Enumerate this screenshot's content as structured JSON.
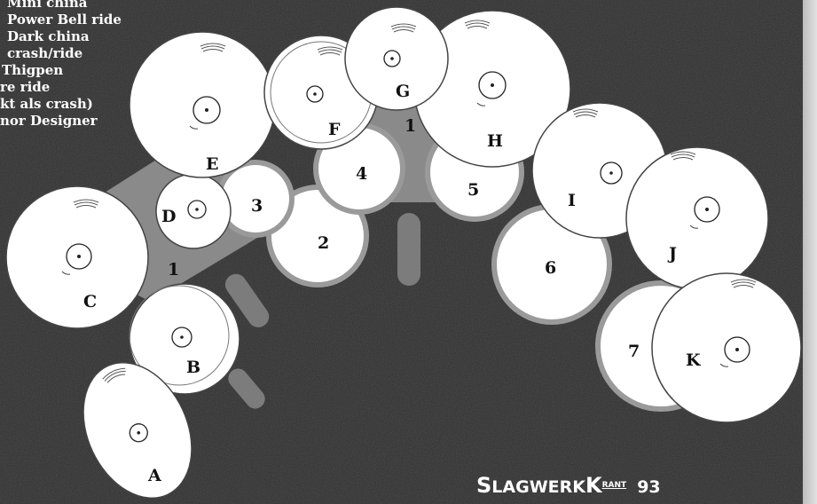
{
  "legend": [
    "Mini china",
    "Power Bell ride",
    "Dark china",
    "crash/ride",
    "Thigpen",
    "re ride",
    "kt als crash)",
    "nor Designer"
  ],
  "pad_labels": {
    "one_left": "1",
    "one_center": "1"
  },
  "cymbals": {
    "A": "A",
    "B": "B",
    "C": "C",
    "D": "D",
    "E": "E",
    "F": "F",
    "G": "G",
    "H": "H",
    "I": "I",
    "J": "J",
    "K": "K"
  },
  "drums": {
    "d2": "2",
    "d3": "3",
    "d4": "4",
    "d5": "5",
    "d6": "6",
    "d7": "7"
  },
  "footer": {
    "brand_s": "S",
    "brand_mid": "LAGWERK",
    "brand_k": "K",
    "brand_rant": "RANT",
    "page": "93"
  }
}
